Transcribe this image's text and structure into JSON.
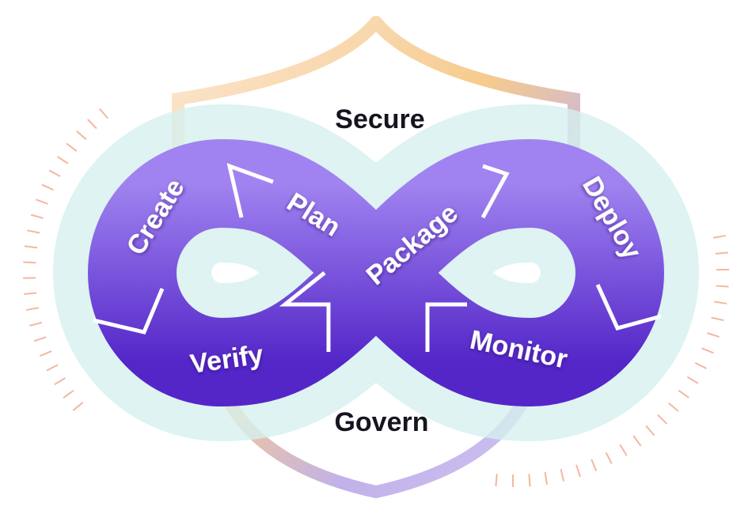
{
  "diagram": {
    "outer_labels": {
      "top": "Secure",
      "bottom": "Govern"
    },
    "stages": [
      {
        "id": "create",
        "label": "Create"
      },
      {
        "id": "plan",
        "label": "Plan"
      },
      {
        "id": "package",
        "label": "Package"
      },
      {
        "id": "deploy",
        "label": "Deploy"
      },
      {
        "id": "monitor",
        "label": "Monitor"
      },
      {
        "id": "verify",
        "label": "Verify"
      }
    ],
    "colors": {
      "purple_light": "#a083f0",
      "purple_dark": "#5426c8",
      "teal": "#4cc3b8",
      "teal_halo": "#d6f1ee",
      "shield_orange": "#f5c27a",
      "shield_purple": "#b6a3e6",
      "ticks": "#f2a58a"
    }
  }
}
